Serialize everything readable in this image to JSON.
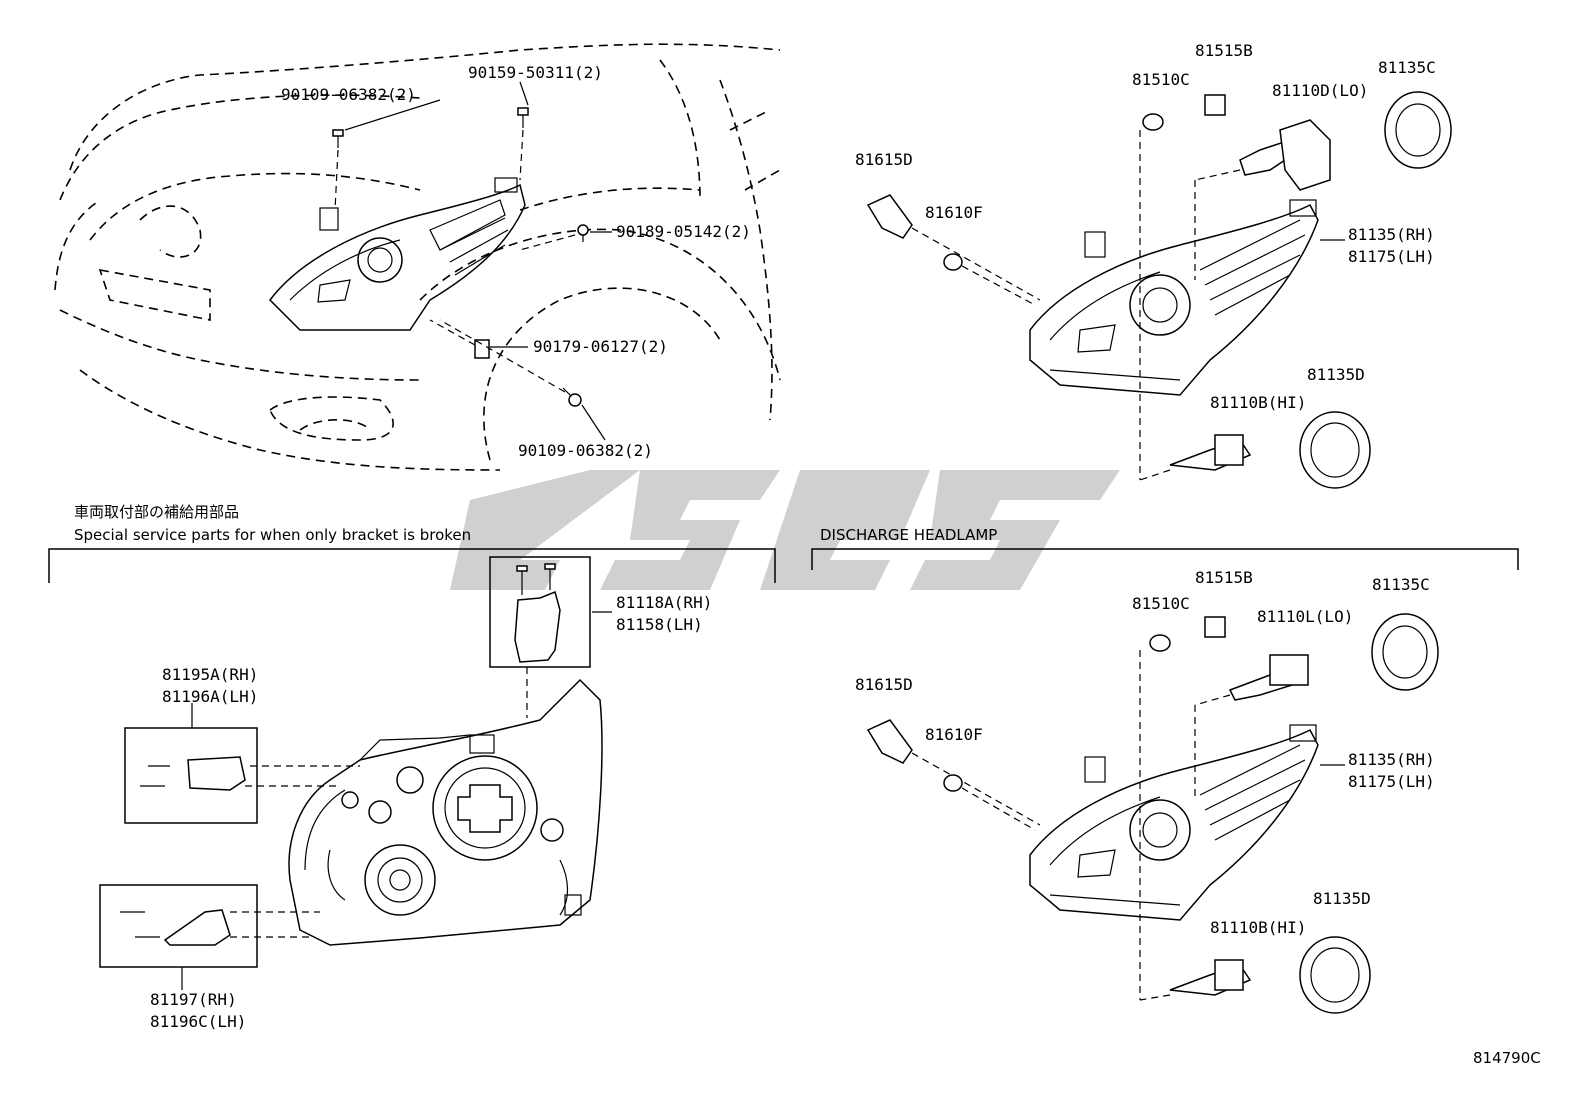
{
  "diagram": {
    "top_left_labels": {
      "bolt_a": "90109-06382(2)",
      "bolt_b": "90159-50311(2)",
      "screw_c": "90189-05142(2)",
      "nut_d": "90179-06127(2)",
      "bolt_e": "90109-06382(2)"
    },
    "halogen_lamp_labels": {
      "socket_515": "81515B",
      "bulb_510": "81510C",
      "bulb_lo": "81110D(LO)",
      "cover_c": "81135C",
      "socket_615": "81615D",
      "bulb_610": "81610F",
      "lamp_rh": "81135(RH)",
      "lamp_lh": "81175(LH)",
      "cover_d": "81135D",
      "bulb_hi": "81110B(HI)"
    },
    "section_bracket": {
      "title_jp": "車両取付部の補給用部品",
      "title_en": "Special service parts for when only bracket is broken",
      "upper_bracket_rh": "81118A(RH)",
      "upper_bracket_lh": "81158(LH)",
      "side_bracket_rh": "81195A(RH)",
      "side_bracket_lh": "81196A(LH)",
      "lower_bracket_rh": "81197(RH)",
      "lower_bracket_lh": "81196C(LH)"
    },
    "section_discharge": {
      "title": "DISCHARGE HEADLAMP",
      "socket_515": "81515B",
      "bulb_510": "81510C",
      "bulb_lo": "81110L(LO)",
      "cover_c": "81135C",
      "socket_615": "81615D",
      "bulb_610": "81610F",
      "lamp_rh": "81135(RH)",
      "lamp_lh": "81175(LH)",
      "cover_d": "81135D",
      "bulb_hi": "81110B(HI)"
    },
    "figure_code": "814790C"
  }
}
